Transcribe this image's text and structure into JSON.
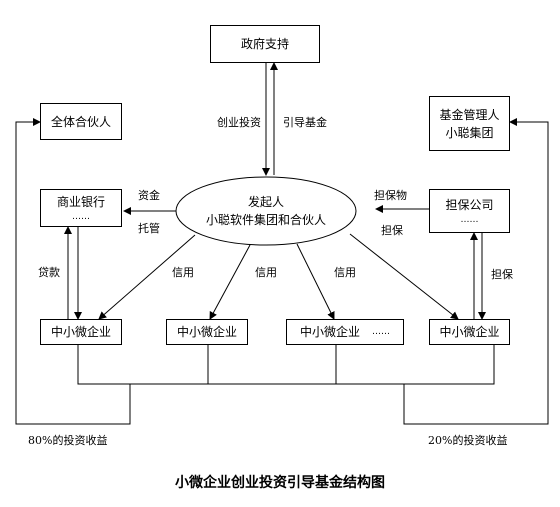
{
  "nodes": {
    "gov": "政府支持",
    "partners": "全体合伙人",
    "fund_manager": [
      "基金管理人",
      "小聪集团"
    ],
    "bank": [
      "商业银行",
      "……"
    ],
    "initiator": [
      "发起人",
      "小聪软件集团和合伙人"
    ],
    "guarantor": [
      "担保公司",
      "……"
    ],
    "sme1": "中小微企业",
    "sme2": "中小微企业",
    "sme3": "中小微企业",
    "sme3_dots": "……",
    "sme4": "中小微企业"
  },
  "labels": {
    "venture_invest": "创业投资",
    "guide_fund": "引导基金",
    "capital": "资金",
    "custody": "托管",
    "guarantee_obj": "担保物",
    "guarantee1": "担保",
    "guarantee2": "担保",
    "loan": "贷款",
    "credit1": "信用",
    "credit2": "信用",
    "credit3": "信用",
    "return80": "80%的投资收益",
    "return20": "20%的投资收益"
  },
  "title": "小微企业创业投资引导基金结构图"
}
